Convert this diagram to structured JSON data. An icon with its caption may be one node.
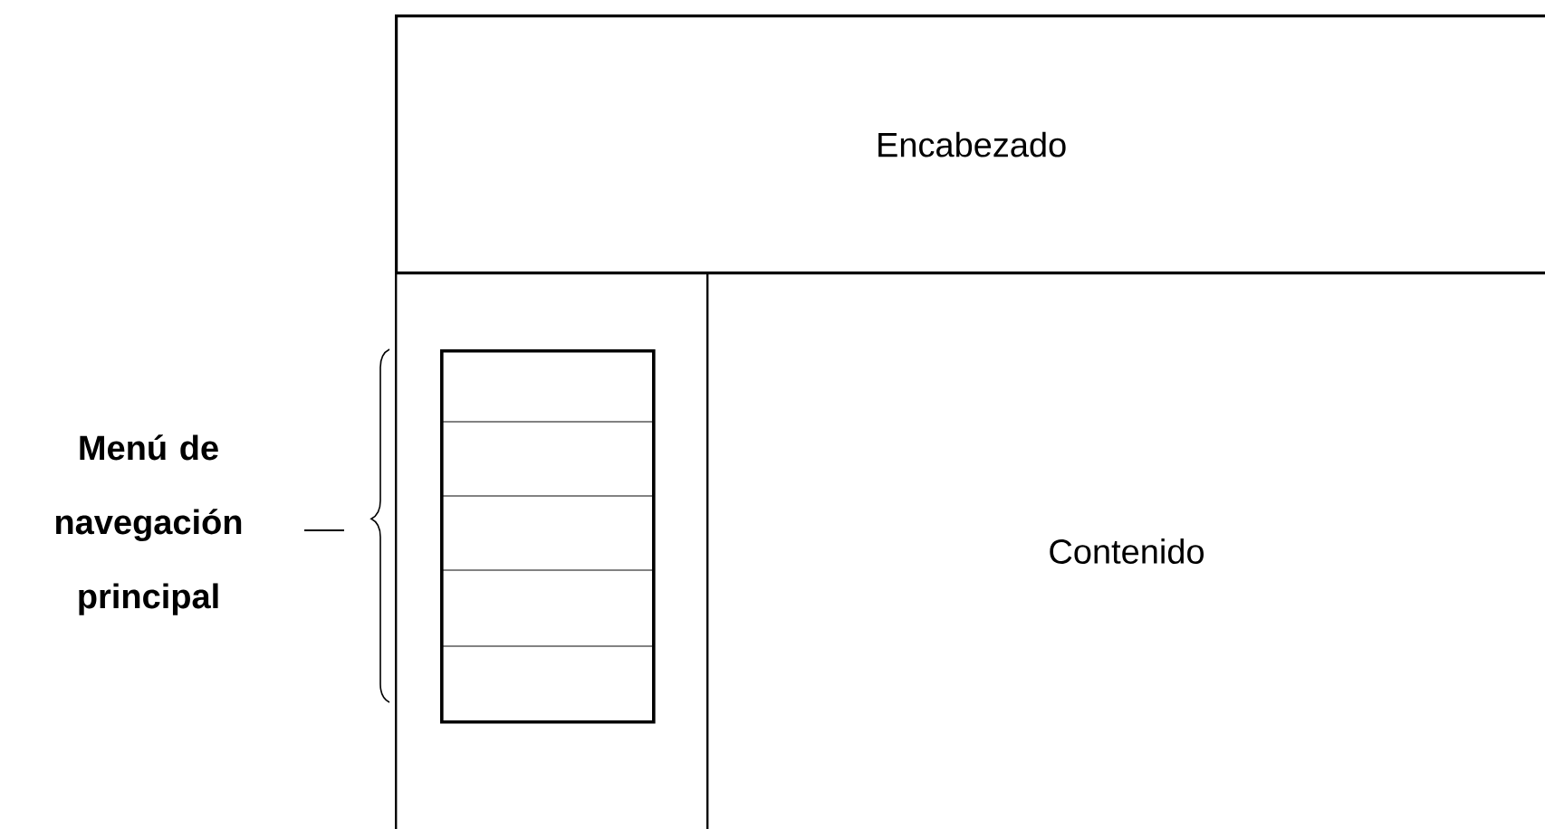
{
  "diagram": {
    "nodes": [
      {
        "text": [
          "Encabezado"
        ]
      },
      {
        "text": [],
        "shape": "box"
      },
      {
        "text": [
          "Contenido"
        ]
      },
      {
        "text": [],
        "shape": "box",
        "in": 1
      }
    ],
    "labels": [
      "Menú de navegación principal"
    ]
  }
}
